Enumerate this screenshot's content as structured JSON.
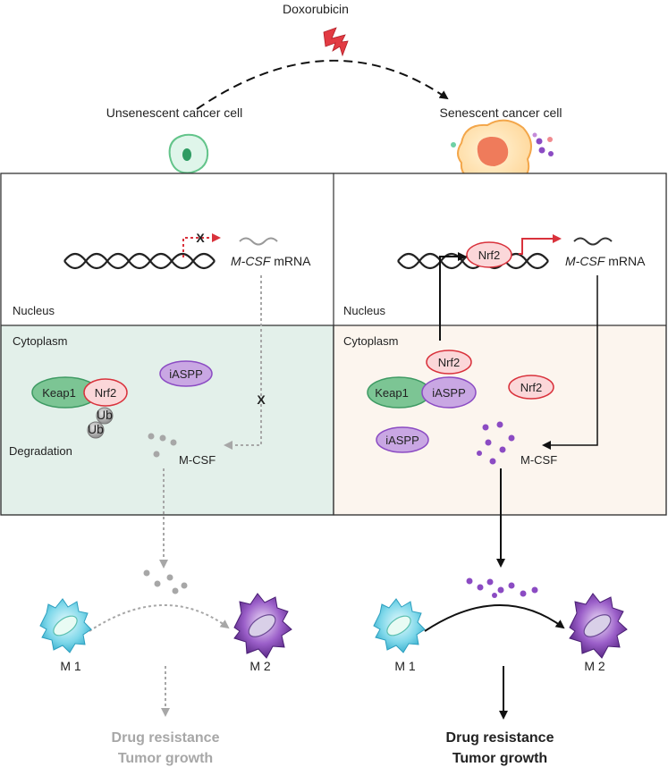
{
  "drug": "Doxorubicin",
  "left_cell_label": "Unsenescent cancer cell",
  "right_cell_label": "Senescent cancer cell",
  "nucleus_label": "Nucleus",
  "cytoplasm_label": "Cytoplasm",
  "mrna_gene": "M-CSF",
  "mrna_suffix": " mRNA",
  "blocked_mark": "X",
  "protein_mcsf": "M-CSF",
  "keap1": "Keap1",
  "nrf2": "Nrf2",
  "iaspp": "iASPP",
  "ub": "Ub",
  "degradation": "Degradation",
  "m1": "M 1",
  "m2": "M 2",
  "outcome_line1": "Drug resistance",
  "outcome_line2": "Tumor growth",
  "colors": {
    "left_panel": "#e3f0ea",
    "right_panel": "#fcf5ee",
    "nrf2_fill": "#fbd7d9",
    "nrf2_stroke": "#d9323c",
    "keap1_fill": "#7cc594",
    "iaspp_fill": "#c9a7e3",
    "mcsf_dot": "#8b4bc3",
    "arrow_red": "#d9323c",
    "grey": "#a7a7a7"
  }
}
